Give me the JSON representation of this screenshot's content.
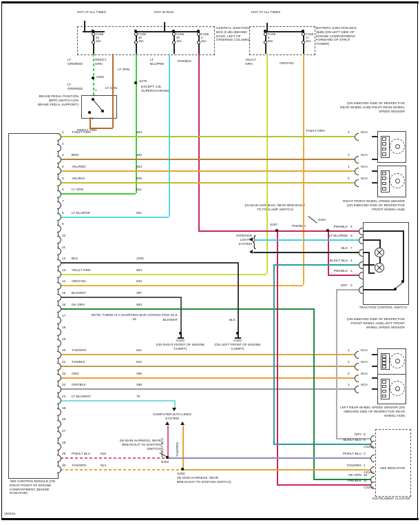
{
  "frame": {
    "figure_number": "163415"
  },
  "colors": {
    "bus": "#222222",
    "wire_black": "#222222",
    "ltgrnred": "#44cc44",
    "redltgrn": "#b5692a",
    "ltgrn": "#3fca3f",
    "ltblupnk": "#56d5e8",
    "pnkblk": "#c4265e",
    "yelltgrn": "#c8dc3c",
    "orgyel": "#f2a73b",
    "tanltgrn": "#a8c53a",
    "brn": "#b5803c",
    "yelred": "#e8a33a",
    "yelblk": "#cdb03a",
    "blk": "#3a3a3a",
    "blkwht": "#555555",
    "dkgrn": "#1e8a3c",
    "tanorg": "#e0a43c",
    "tanblk": "#bd9a55",
    "org": "#f49b2a",
    "gryblk": "#9a9aa0",
    "ltbluwht": "#79dede",
    "pnkltblu": "#e85577",
    "pnkltblu2": "#9088bb",
    "ltblured": "#49c8e8",
    "blkltblu": "#2a9aa0",
    "gry": "#ababab"
  },
  "power": {
    "cjb": {
      "hot_left": "HOT AT ALL TIMES",
      "hot_right": "HOT IN RUN",
      "label": "CENTRAL JUNCTION BOX (CJB) (BEHIND DASH, LEFT OF STEERING COLUMN)",
      "fuses": [
        {
          "title": "FUSE",
          "num": "33",
          "amp": "15A"
        },
        {
          "title": "FUSE",
          "num": "36",
          "amp": "15A"
        },
        {
          "title": "FUSE",
          "num": "29",
          "amp": "15A"
        },
        {
          "title": "FUSE",
          "num": "5",
          "amp": "15A"
        }
      ]
    },
    "bjb": {
      "hot": "HOT AT ALL TIMES",
      "label": "BATTERY JUNCTION BOX (BJB) (ON LEFT SIDE OF ENGINE COMPARTMENT, FORWARD OF STRUT TOWER)",
      "fuses": [
        {
          "title": "FUSE",
          "num": "8",
          "amp": "50A"
        },
        {
          "title": "FUSE",
          "num": "17",
          "amp": "20A"
        }
      ]
    }
  },
  "top_labels": {
    "lt_grn_red": "LT GRN/RED",
    "red_lt_grn": "RED/LT GRN",
    "lt_grn": "LT GRN",
    "lt_blu_pnk": "LT BLU/PNK",
    "pnk_blk": "PNK/BLK",
    "yel_lt_grn": "YEL/LT GRN",
    "org_yel": "ORG/YEL",
    "lt_grn_red2": "LT GRN/RED",
    "lt_grn2": "LT GRN",
    "red_lt_grn_out": "RED/LT GRN"
  },
  "bpp": {
    "label": "BRAKE PEDAL POSITION (BPP) SWITCH (ON BRAKE PEDAL SUPPORT)",
    "pin_top": "1",
    "pin_bottom": "2"
  },
  "splices": {
    "s201": "S201",
    "s275": "S275",
    "s275_note": "EXCEPT 4.6L SUPERCHARGED",
    "s207": "S207",
    "s204": "S204",
    "s204_note": "(IN MAIN HARNESS, NEAR BREAKOUT TO FOGLAMP SWITCH)",
    "s202": "S202",
    "s202_note": "(IN MAIN HARNESS, NEAR BREAKOUT TO IGNITION SWITCH)",
    "s203": "S203",
    "s203_note": "(IN MAIN HARNESS, NEAR BREAKOUT TO IGNITION SWITCH)",
    "pnk_blk_mid": "PNK/BLK",
    "tan_lt_grn_mid": "TAN/LT GRN"
  },
  "grounds": {
    "g103": {
      "id": "G103",
      "wire": "BLK/WHT",
      "note": "(ON RIGHT FRONT OF ENGINE COMPT)"
    },
    "g102": {
      "id": "G102",
      "wire": "BLK",
      "note": "(ON LEFT FRONT OF ENGINE COMPT)"
    }
  },
  "module": {
    "label": "ABS CONTROL MODULE (ON RIGHT FRONT OF ENGINE COMPARTMENT, BEHIND RADIATOR)",
    "note": "NOTE: THERE IS A SHORTING BAR ACROSS PINS 16 & 18",
    "pins": [
      {
        "pin": "1",
        "wire": "TAN/LT GRN",
        "circuit": "494"
      },
      {
        "pin": "2"
      },
      {
        "pin": "3",
        "wire": "BRN",
        "circuit": "492"
      },
      {
        "pin": "4",
        "wire": "YEL/RED",
        "circuit": "554"
      },
      {
        "pin": "5",
        "wire": "YEL/BLK",
        "circuit": "508"
      },
      {
        "pin": "6",
        "wire": "LT GRN",
        "circuit": "511"
      },
      {
        "pin": "7"
      },
      {
        "pin": "8",
        "wire": "LT BLU/PNK",
        "circuit": "601"
      },
      {
        "pin": "9"
      },
      {
        "pin": "10"
      },
      {
        "pin": "11"
      },
      {
        "pin": "12",
        "wire": "BLK",
        "circuit": "1205"
      },
      {
        "pin": "13",
        "wire": "YEL/LT GRN",
        "circuit": "594"
      },
      {
        "pin": "14",
        "wire": "ORG/YEL",
        "circuit": "532"
      },
      {
        "pin": "15",
        "wire": "BLK/WHT",
        "circuit": "397"
      },
      {
        "pin": "16",
        "wire": "DK GRN",
        "circuit": "583"
      },
      {
        "pin": "17"
      },
      {
        "pin": "18"
      },
      {
        "pin": "19"
      },
      {
        "pin": "20",
        "wire": "TAN/ORG",
        "circuit": "521"
      },
      {
        "pin": "21",
        "wire": "TAN/BLK",
        "circuit": "522"
      },
      {
        "pin": "22",
        "wire": "ORG",
        "circuit": "496"
      },
      {
        "pin": "23",
        "wire": "GRY/BLK",
        "circuit": "499"
      },
      {
        "pin": "24",
        "wire": "LT BLU/WHT",
        "circuit": "70"
      },
      {
        "pin": "25"
      },
      {
        "pin": "26"
      },
      {
        "pin": "27"
      },
      {
        "pin": "28"
      },
      {
        "pin": "29",
        "wire": "PNK/LT BLU",
        "circuit": "915"
      },
      {
        "pin": "30",
        "wire": "TAN/ORG",
        "circuit": "914"
      }
    ]
  },
  "sensors": [
    {
      "id": "rr",
      "label": "(ON INBOARD SIDE OF RESPECTIVE REAR WHEEL HUB) RIGHT REAR WHEEL SPEED SENSOR",
      "pins": [
        {
          "num": "2",
          "tag": "NCA"
        },
        {
          "num": "1",
          "tag": "NCA"
        }
      ]
    },
    {
      "id": "rf",
      "label": "RIGHT FRONT WHEEL SPEED SENSOR (ON INBOARD SIDE OF RESPECTIVE FRONT WHEEL HUB)",
      "pins": [
        {
          "num": "1",
          "tag": "NCA"
        },
        {
          "num": "2",
          "tag": "NCA"
        }
      ]
    },
    {
      "id": "lf",
      "label": "(ON INBOARD SIDE OF RESPECTIVE FRONT WHEEL HUB) LEFT FRONT WHEEL SPEED SENSOR",
      "pins": [
        {
          "num": "1",
          "tag": "NCA"
        },
        {
          "num": "2",
          "tag": "NCA"
        }
      ]
    },
    {
      "id": "lr",
      "label": "LEFT REAR WHEEL SPEED SENSOR (ON INBOARD SIDE OF RESPECTIVE REAR WHEEL HUB)",
      "pins": [
        {
          "num": "2",
          "tag": "NCA"
        },
        {
          "num": "1",
          "tag": "NCA"
        }
      ]
    }
  ],
  "traction": {
    "label": "TRACTION CONTROL SWITCH",
    "pins": [
      {
        "wire": "PNK/BLK",
        "num": "6"
      },
      {
        "wire": "LT BLU/RED",
        "num": "8"
      },
      {
        "wire": "BLK",
        "num": "7"
      },
      {
        "wire": "BLK/LT BLU",
        "num": "4"
      },
      {
        "wire": "PNK/BLK",
        "num": "1"
      },
      {
        "wire": "GRY",
        "num": "2"
      }
    ]
  },
  "systems": {
    "interior": "INTERIOR LIGHTS SYSTEM",
    "computer": "COMPUTER DATA LINES SYSTEM"
  },
  "cluster": {
    "label": "INSTRUMENT CLUSTER",
    "indicator": "ABS INDICATOR",
    "rows": [
      {
        "wire": "GRY",
        "num": "9"
      },
      {
        "wire": "BLK/LT BLU",
        "num": "8",
        "conn": "C220B"
      },
      {
        "wire": "PNK/LT BLU",
        "num": "2"
      },
      {
        "wire": "TAN/ORG",
        "num": "1",
        "conn": "C220A"
      },
      {
        "wire": "DK GRN",
        "num": "15"
      },
      {
        "wire": "PNK/BLK",
        "num": "11",
        "conn": "C220B"
      }
    ]
  }
}
